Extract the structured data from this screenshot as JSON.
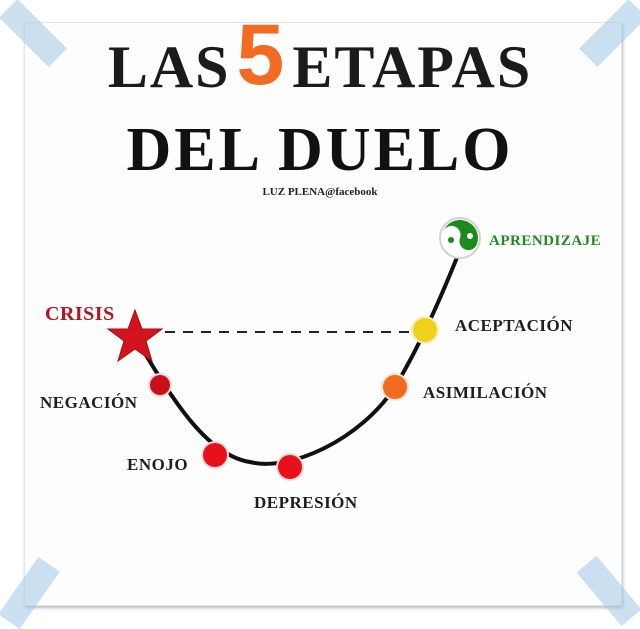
{
  "title": {
    "line1_before": "LAS",
    "number": "5",
    "line1_after": "ETAPAS",
    "line2": "DEL DUELO"
  },
  "credit": "LUZ PLENA@facebook",
  "colors": {
    "number": "#f36a22",
    "crisis": "#b0161e",
    "aprendizaje": "#1e8a1e",
    "curve": "#111111",
    "tape": "#a0c8e6"
  },
  "stages": [
    {
      "id": "crisis",
      "label": "CRISIS",
      "marker": "star",
      "color": "#d4141c"
    },
    {
      "id": "negacion",
      "label": "NEGACIÓN",
      "marker": "dot",
      "color": "#c8101a"
    },
    {
      "id": "enojo",
      "label": "ENOJO",
      "marker": "dot",
      "color": "#e8101a"
    },
    {
      "id": "depresion",
      "label": "DEPRESIÓN",
      "marker": "dot",
      "color": "#e8101a"
    },
    {
      "id": "asimilacion",
      "label": "ASIMILACIÓN",
      "marker": "dot",
      "color": "#f26a1f"
    },
    {
      "id": "aceptacion",
      "label": "ACEPTACIÓN",
      "marker": "dot",
      "color": "#f0d21a"
    },
    {
      "id": "aprendizaje",
      "label": "APRENDIZAJE",
      "marker": "yin-yang",
      "color": "#1e8a1e"
    }
  ]
}
